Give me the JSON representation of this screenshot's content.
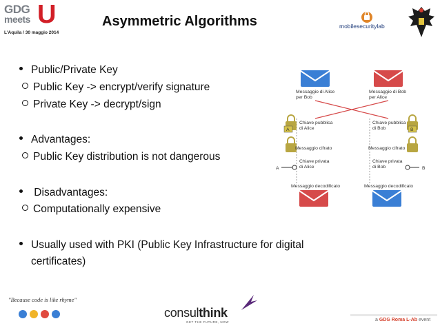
{
  "header": {
    "gdg_line1": "GDG",
    "gdg_line2": "meets",
    "gdg_u": "U",
    "gdg_date": "L'Aquila / 30 maggio 2014",
    "title": "Asymmetric Algorithms",
    "msl_text": "mobilesecuritylab"
  },
  "bullets": {
    "b1": "Public/Private Key",
    "b1_sub1": "Public Key -> encrypt/verify signature",
    "b1_sub2": "Private Key -> decrypt/sign",
    "b2": "Advantages:",
    "b2_sub1": "Public Key distribution is not dangerous",
    "b3": " Disadvantages:",
    "b3_sub1": "Computationally expensive",
    "b4_line1": "Usually used with PKI (Public Key Infrastructure for digital",
    "b4_line2": "certificates)"
  },
  "diagram": {
    "msg_alice_1": "Messaggio di Alice",
    "msg_alice_2": "per Bob",
    "msg_bob_1": "Messaggio di Bob",
    "msg_bob_2": "per Alice",
    "pub_alice_1": "Chiave pubblica",
    "pub_alice_2": "di Alice",
    "pub_bob_1": "Chiave pubblica",
    "pub_bob_2": "di Bob",
    "lock_label_a": "A",
    "lock_label_b": "B",
    "cipher_left": "Messaggio cifrato",
    "cipher_right": "Messaggio cifrato",
    "priv_alice_1": "Chiave privata",
    "priv_alice_2": "di Alice",
    "priv_bob_1": "Chiave privata",
    "priv_bob_2": "di Bob",
    "key_label_a": "A",
    "key_label_b": "B",
    "dec_left": "Messaggio decodificato",
    "dec_right": "Messaggio decodificato",
    "colors": {
      "blue": "#3a7fd5",
      "red": "#d64a4a",
      "lock": "#b8a642",
      "label_bg": "#d6c34a"
    }
  },
  "footer": {
    "quote": "\"Because code is like rhyme\"",
    "consult_a": "consul",
    "consult_b": "think",
    "consult_tag": "GET THE FUTURE, NOW",
    "right_prefix": "a ",
    "right_gdg": "GDG Roma L-Ab",
    "right_suffix": " event"
  }
}
